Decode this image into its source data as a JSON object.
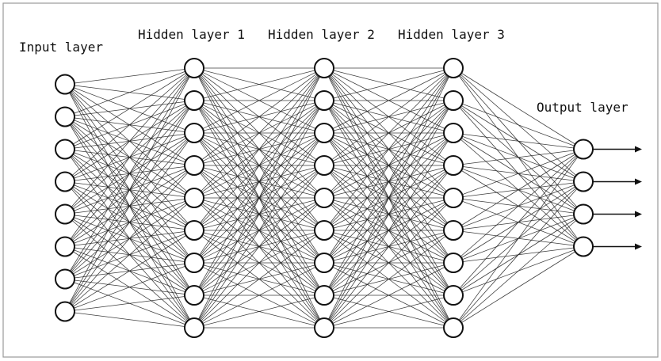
{
  "diagram": {
    "layers": [
      {
        "name": "Input layer",
        "nodes": 8
      },
      {
        "name": "Hidden layer 1",
        "nodes": 9
      },
      {
        "name": "Hidden layer 2",
        "nodes": 9
      },
      {
        "name": "Hidden layer 3",
        "nodes": 9
      },
      {
        "name": "Output layer",
        "nodes": 4
      }
    ],
    "output_arrows": 4,
    "colors": {
      "line": "#111111",
      "node_fill": "#ffffff",
      "frame": "#9a9a9a"
    }
  }
}
